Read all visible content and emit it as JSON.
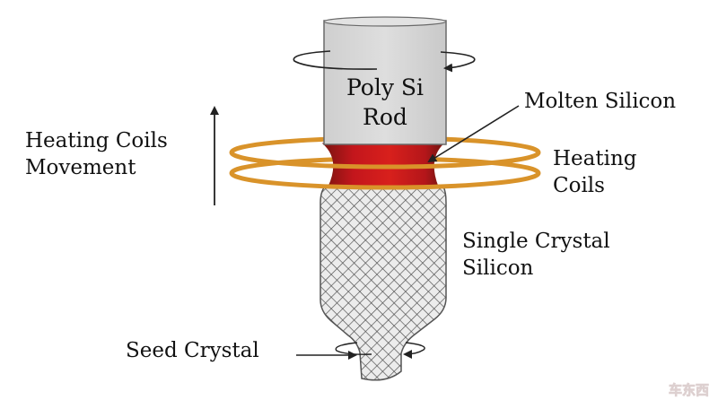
{
  "diagram": {
    "labels": {
      "rod_line1": "Poly Si",
      "rod_line2": "Rod",
      "molten": "Molten Silicon",
      "coils_line1": "Heating",
      "coils_line2": "Coils",
      "movement_line1": "Heating Coils",
      "movement_line2": "Movement",
      "crystal_line1": "Single Crystal",
      "crystal_line2": "Silicon",
      "seed": "Seed Crystal"
    },
    "watermark": "车东西"
  },
  "colors": {
    "rod_fill": "#d9d9d9",
    "rod_stroke": "#6a6a6a",
    "molten": "#c3161c",
    "molten_edge": "#8a1a14",
    "coil": "#d9932a",
    "crystal_fill": "#ececec",
    "crystal_hatch": "#4a4a4a",
    "arrow": "#222222"
  }
}
